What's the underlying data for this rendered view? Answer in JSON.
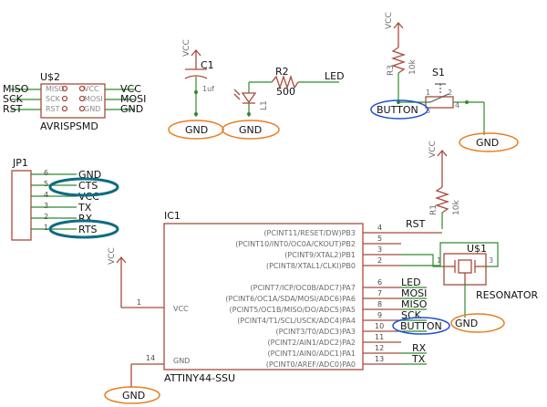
{
  "colors": {
    "annotation_orange": "#e57f23",
    "annotation_blue": "#1f4fd6",
    "annotation_teal": "#0f6c82",
    "component": "#a84b3c",
    "wire": "#2f8a2f"
  },
  "avr": {
    "ref": "U$2",
    "name": "AVRISPSMD",
    "left_nets": [
      "MISO",
      "SCK",
      "RST"
    ],
    "right_nets": [
      "VCC",
      "MOSI",
      "GND"
    ],
    "pins_left": [
      "MISO",
      "SCK",
      "RST"
    ],
    "pins_right": [
      "VCC",
      "MOSI",
      "GND"
    ]
  },
  "cap": {
    "vcc": "VCC",
    "ref": "C1",
    "value": "1uf",
    "gnd": "GND"
  },
  "led": {
    "ref": "R2",
    "value": "500",
    "led_ref": "L1",
    "net": "LED",
    "gnd": "GND"
  },
  "button": {
    "vcc": "VCC",
    "r_ref": "R3",
    "r_value": "10k",
    "sw_ref": "S1",
    "pin1": "1",
    "pin2": "2",
    "pin3": "3",
    "pin4": "4",
    "net": "BUTTON",
    "gnd": "GND"
  },
  "jp1": {
    "ref": "JP1",
    "pins": [
      {
        "num": "6",
        "net": "GND"
      },
      {
        "num": "5",
        "net": "CTS"
      },
      {
        "num": "4",
        "net": "VCC"
      },
      {
        "num": "3",
        "net": "TX"
      },
      {
        "num": "2",
        "net": "RX"
      },
      {
        "num": "1",
        "net": "RTS"
      }
    ]
  },
  "rst": {
    "vcc": "VCC",
    "r_ref": "R1",
    "r_value": "10k",
    "net": "RST"
  },
  "ic": {
    "ref": "IC1",
    "name": "ATTINY44-SSU",
    "vcc_label": "VCC",
    "gnd_label": "GND",
    "vcc_pin": "1",
    "gnd_pin": "14",
    "vcc_net": "VCC",
    "gnd_net": "GND",
    "pins": [
      {
        "name": "(PCINT11/RESET/DW)PB3",
        "num": "4",
        "net": ""
      },
      {
        "name": "(PCINT10/INT0/OC0A/CKOUT)PB2",
        "num": "5",
        "net": ""
      },
      {
        "name": "(PCINT9/XTAL2)PB1",
        "num": "3",
        "net": ""
      },
      {
        "name": "(PCINT8/XTAL1/CLKI)PB0",
        "num": "2",
        "net": ""
      },
      {
        "name": "(PCINT7/ICP/OC0B/ADC7)PA7",
        "num": "6",
        "net": "LED"
      },
      {
        "name": "(PCINT6/OC1A/SDA/MOSI/ADC6)PA6",
        "num": "7",
        "net": "MOSI"
      },
      {
        "name": "(PCINT5/OC1B/MISO/DO/ADC5)PA5",
        "num": "8",
        "net": "MISO"
      },
      {
        "name": "(PCINT4/T1/SCL/USCK/ADC4)PA4",
        "num": "9",
        "net": "SCK"
      },
      {
        "name": "(PCINT3/T0/ADC3)PA3",
        "num": "10",
        "net": "BUTTON"
      },
      {
        "name": "(PCINT2/AIN1/ADC2)PA2",
        "num": "11",
        "net": ""
      },
      {
        "name": "(PCINT1/AIN0/ADC1)PA1",
        "num": "12",
        "net": "RX"
      },
      {
        "name": "(PCINT0/AREF/ADC0)PA0",
        "num": "13",
        "net": "TX"
      }
    ]
  },
  "resonator": {
    "ref": "U$1",
    "name": "RESONATOR",
    "pin1": "1",
    "pin3": "3",
    "gnd": "GND"
  }
}
